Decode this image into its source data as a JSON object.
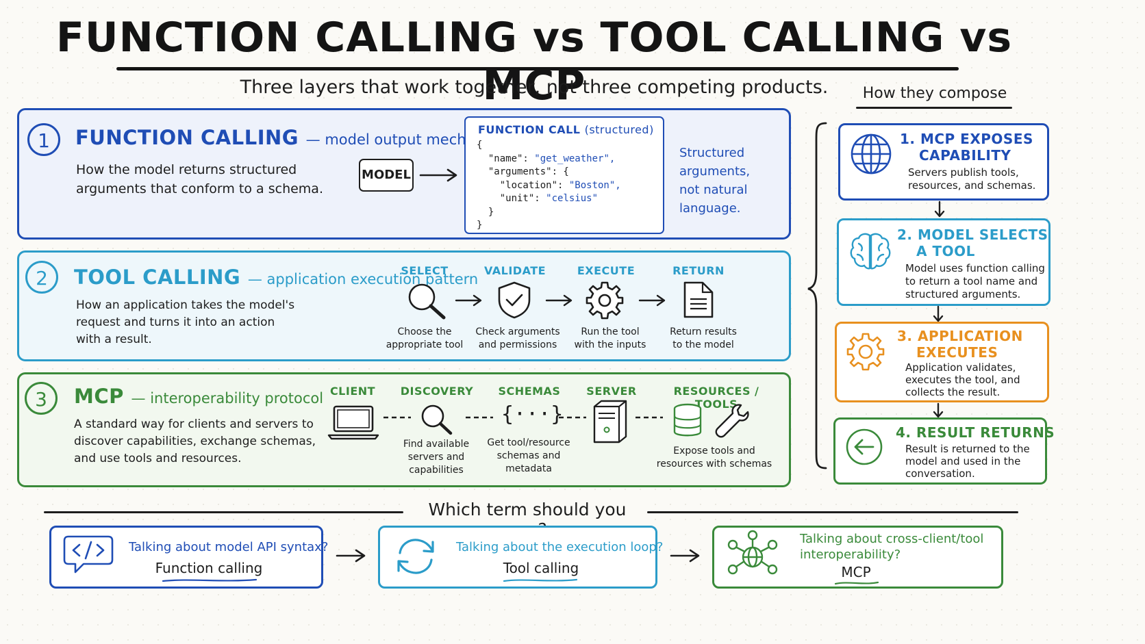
{
  "title": "FUNCTION CALLING vs TOOL CALLING vs MCP",
  "subtitle": "Three layers that work together, not three competing products.",
  "colors": {
    "blue": "#1f4db5",
    "teal": "#2b9cc9",
    "green": "#3a8a3a",
    "orange": "#e8901f"
  },
  "function_calling": {
    "number": "1",
    "title": "FUNCTION CALLING",
    "subtitle": "— model output mechanism",
    "description_lines": [
      "How the model returns structured",
      "arguments that conform to a schema."
    ],
    "model_label": "MODEL",
    "code_header": "FUNCTION CALL",
    "code_header_note": "(structured)",
    "code": {
      "open": "{",
      "name_key": "  \"name\": ",
      "name_value": "\"get_weather\",",
      "arguments_key": "  \"arguments\": {",
      "location_key": "    \"location\": ",
      "location_value": "\"Boston\",",
      "unit_key": "    \"unit\": ",
      "unit_value": "\"celsius\"",
      "inner_close": "  }",
      "close": "}"
    },
    "note_lines": [
      "Structured",
      "arguments,",
      "not natural",
      "language."
    ]
  },
  "tool_calling": {
    "number": "2",
    "title": "TOOL CALLING",
    "subtitle": "— application execution pattern",
    "description_lines": [
      "How an application takes the model's",
      "request and turns it into an action",
      "with a result."
    ],
    "steps": [
      {
        "label": "SELECT",
        "desc": [
          "Choose the",
          "appropriate tool"
        ],
        "icon": "magnifier-icon"
      },
      {
        "label": "VALIDATE",
        "desc": [
          "Check arguments",
          "and permissions"
        ],
        "icon": "shield-check-icon"
      },
      {
        "label": "EXECUTE",
        "desc": [
          "Run the tool",
          "with the inputs"
        ],
        "icon": "gear-icon"
      },
      {
        "label": "RETURN",
        "desc": [
          "Return results",
          "to the model"
        ],
        "icon": "document-icon"
      }
    ]
  },
  "mcp": {
    "number": "3",
    "title": "MCP",
    "subtitle": "— interoperability protocol",
    "description_lines": [
      "A standard way for clients and servers to",
      "discover capabilities, exchange schemas,",
      "and use tools and resources."
    ],
    "steps": [
      {
        "label": "CLIENT",
        "desc": [],
        "icon": "laptop-icon"
      },
      {
        "label": "DISCOVERY",
        "desc": [
          "Find available",
          "servers and",
          "capabilities"
        ],
        "icon": "magnifier-icon"
      },
      {
        "label": "SCHEMAS",
        "desc": [
          "Get tool/resource",
          "schemas and",
          "metadata"
        ],
        "icon": "braces-icon"
      },
      {
        "label": "SERVER",
        "desc": [],
        "icon": "server-icon"
      },
      {
        "label": "RESOURCES / TOOLS",
        "desc": [
          "Expose tools and",
          "resources with schemas"
        ],
        "icon": "database-wrench-icon"
      }
    ],
    "braces_glyph": "{···}"
  },
  "compose": {
    "heading": "How they compose",
    "steps": [
      {
        "title_lines": [
          "1. MCP EXPOSES",
          "CAPABILITY"
        ],
        "desc_lines": [
          "Servers publish tools,",
          "resources, and schemas."
        ],
        "icon": "globe-icon"
      },
      {
        "title_lines": [
          "2. MODEL SELECTS",
          "A TOOL"
        ],
        "desc_lines": [
          "Model uses function calling",
          "to return a tool name and",
          "structured arguments."
        ],
        "icon": "brain-icon"
      },
      {
        "title_lines": [
          "3. APPLICATION",
          "EXECUTES"
        ],
        "desc_lines": [
          "Application validates,",
          "executes the tool, and",
          "collects the result."
        ],
        "icon": "gear-icon"
      },
      {
        "title_lines": [
          "4. RESULT RETURNS"
        ],
        "desc_lines": [
          "Result is returned to the",
          "model and used in the",
          "conversation."
        ],
        "icon": "return-arrow-icon"
      }
    ]
  },
  "which_term": {
    "heading": "Which term should you use?",
    "cards": [
      {
        "question_lines": [
          "Talking about model API syntax?"
        ],
        "answer": "Function calling",
        "icon": "code-bubble-icon"
      },
      {
        "question_lines": [
          "Talking about the execution loop?"
        ],
        "answer": "Tool calling",
        "icon": "refresh-icon"
      },
      {
        "question_lines": [
          "Talking about cross-client/tool",
          "interoperability?"
        ],
        "answer": "MCP",
        "icon": "network-globe-icon"
      }
    ]
  }
}
